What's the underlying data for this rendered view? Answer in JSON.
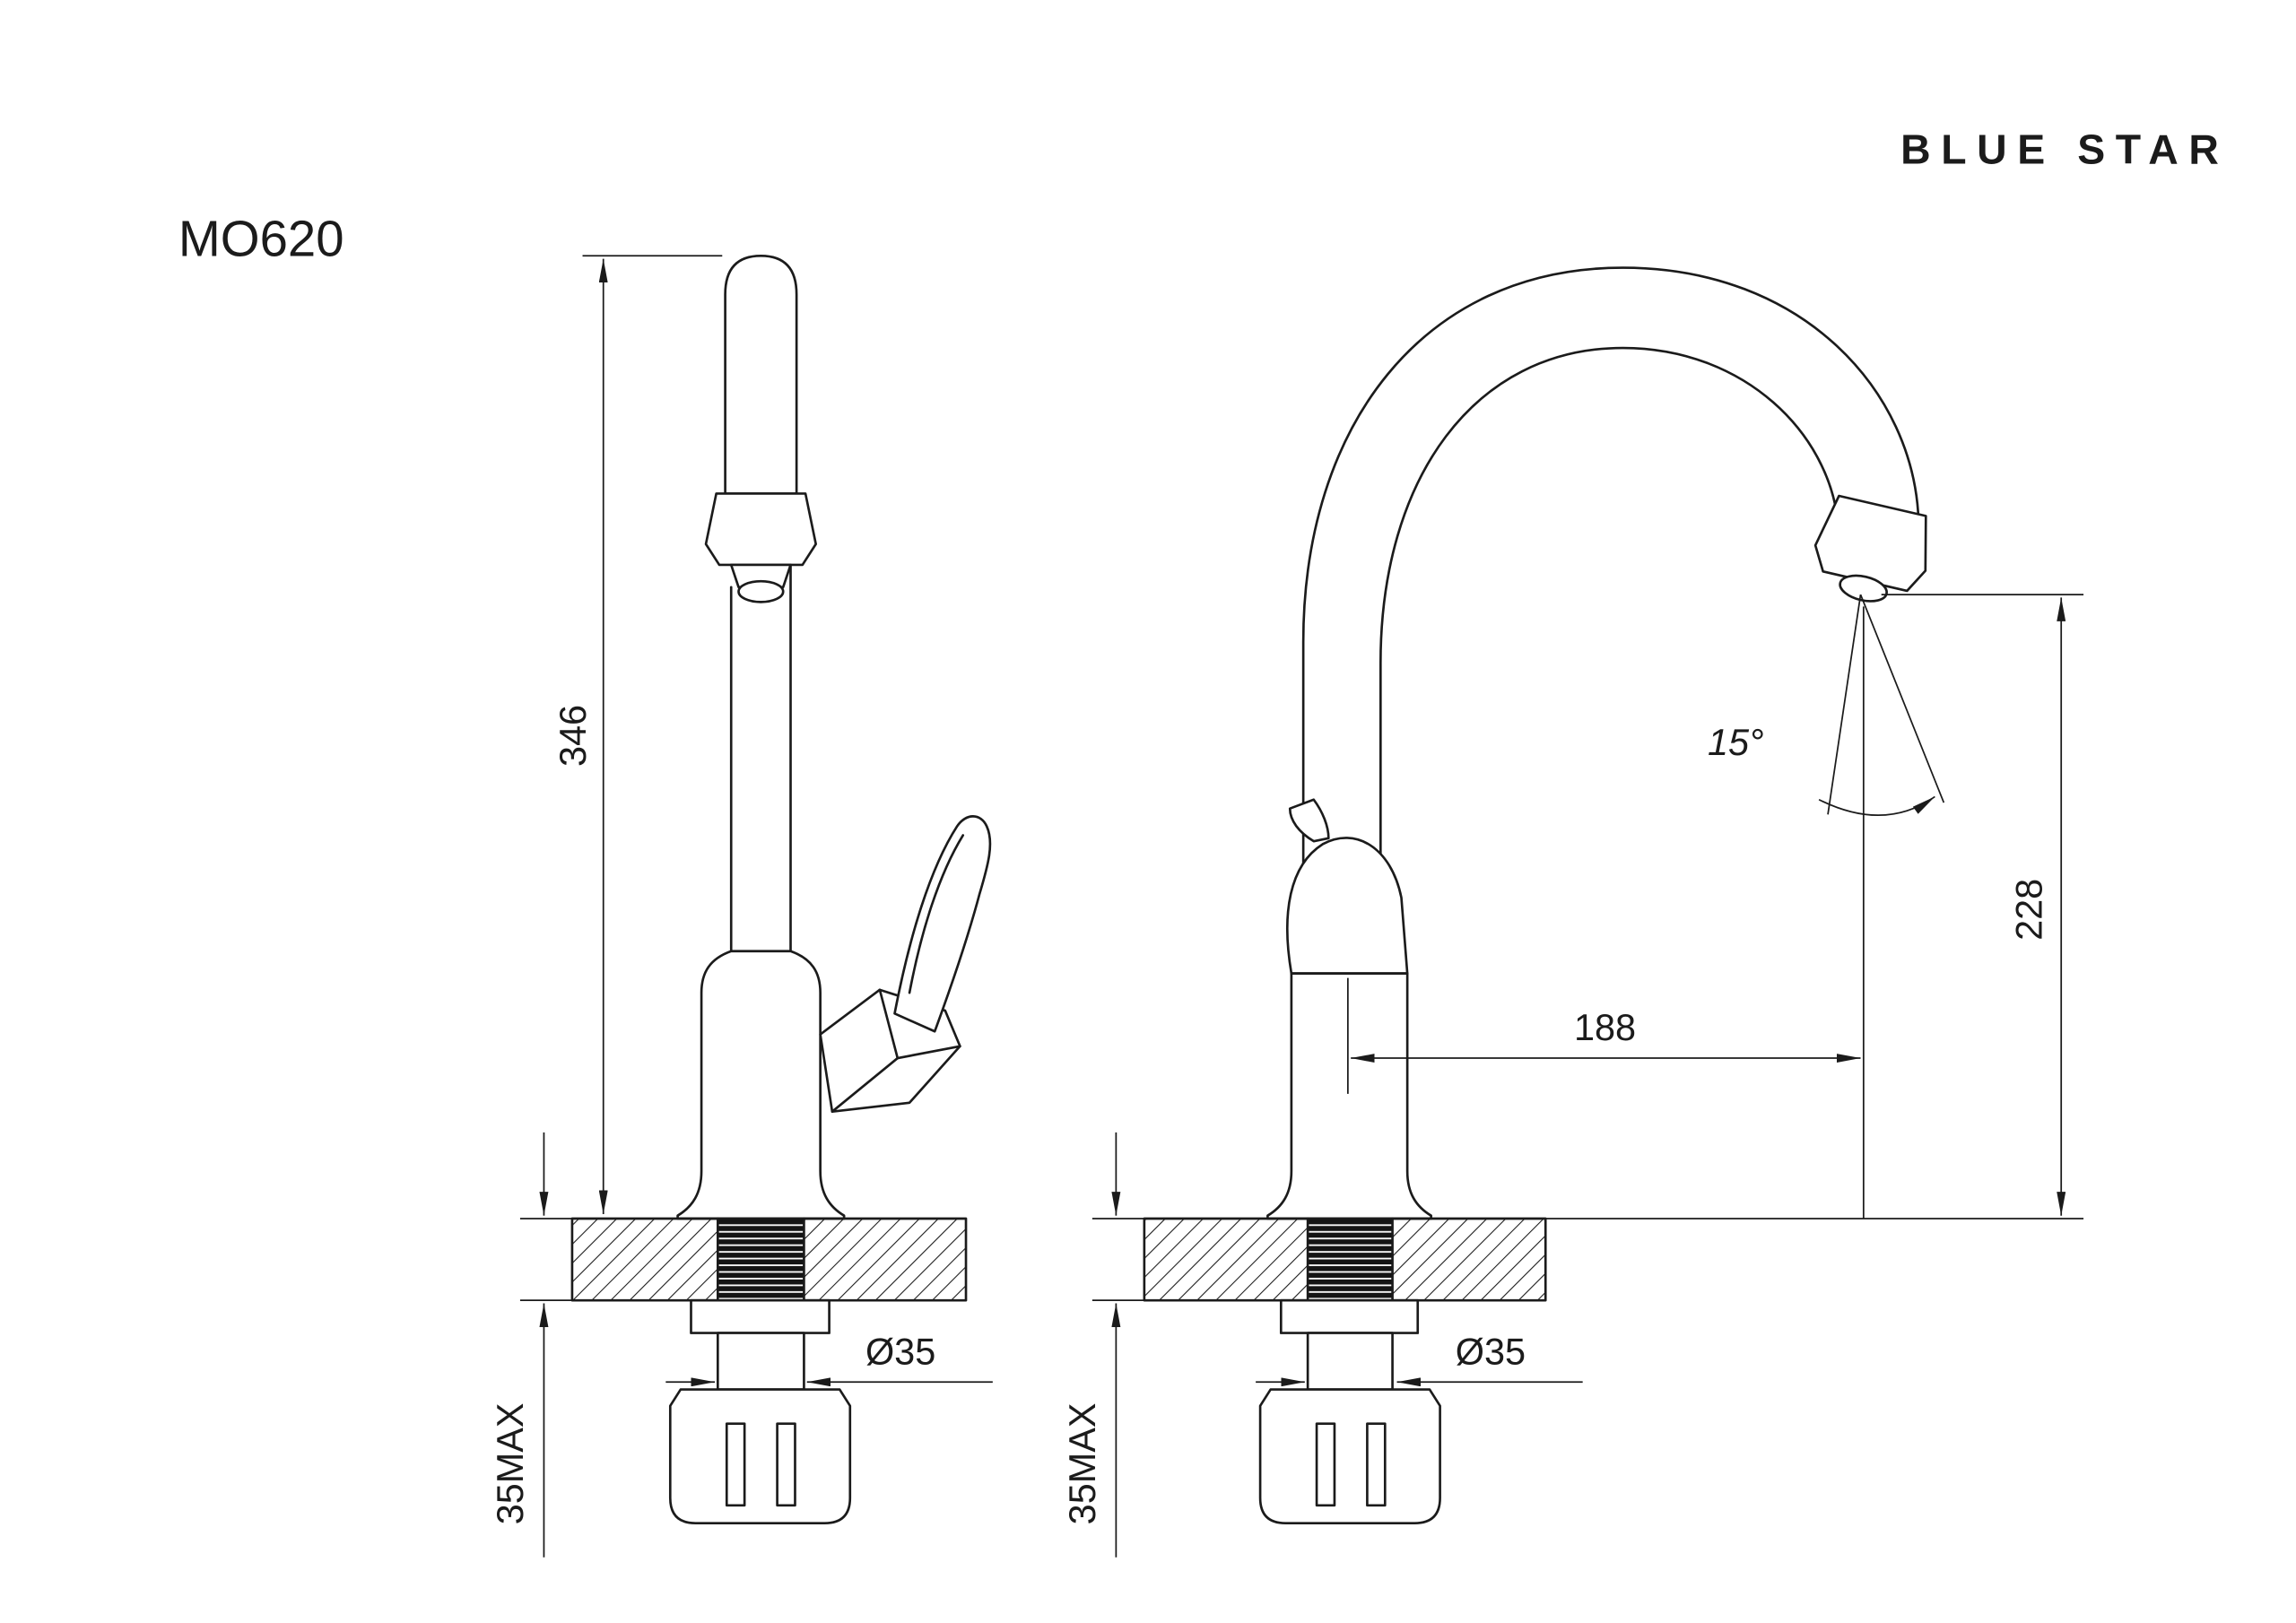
{
  "header": {
    "model": "MO620",
    "brand": "BLUE STAR"
  },
  "dimensions": {
    "total_height": "346",
    "spout_height": "228",
    "spout_reach": "188",
    "angle": "15°",
    "hole_diameter": "Ø35",
    "max_thickness": "35MAX"
  }
}
